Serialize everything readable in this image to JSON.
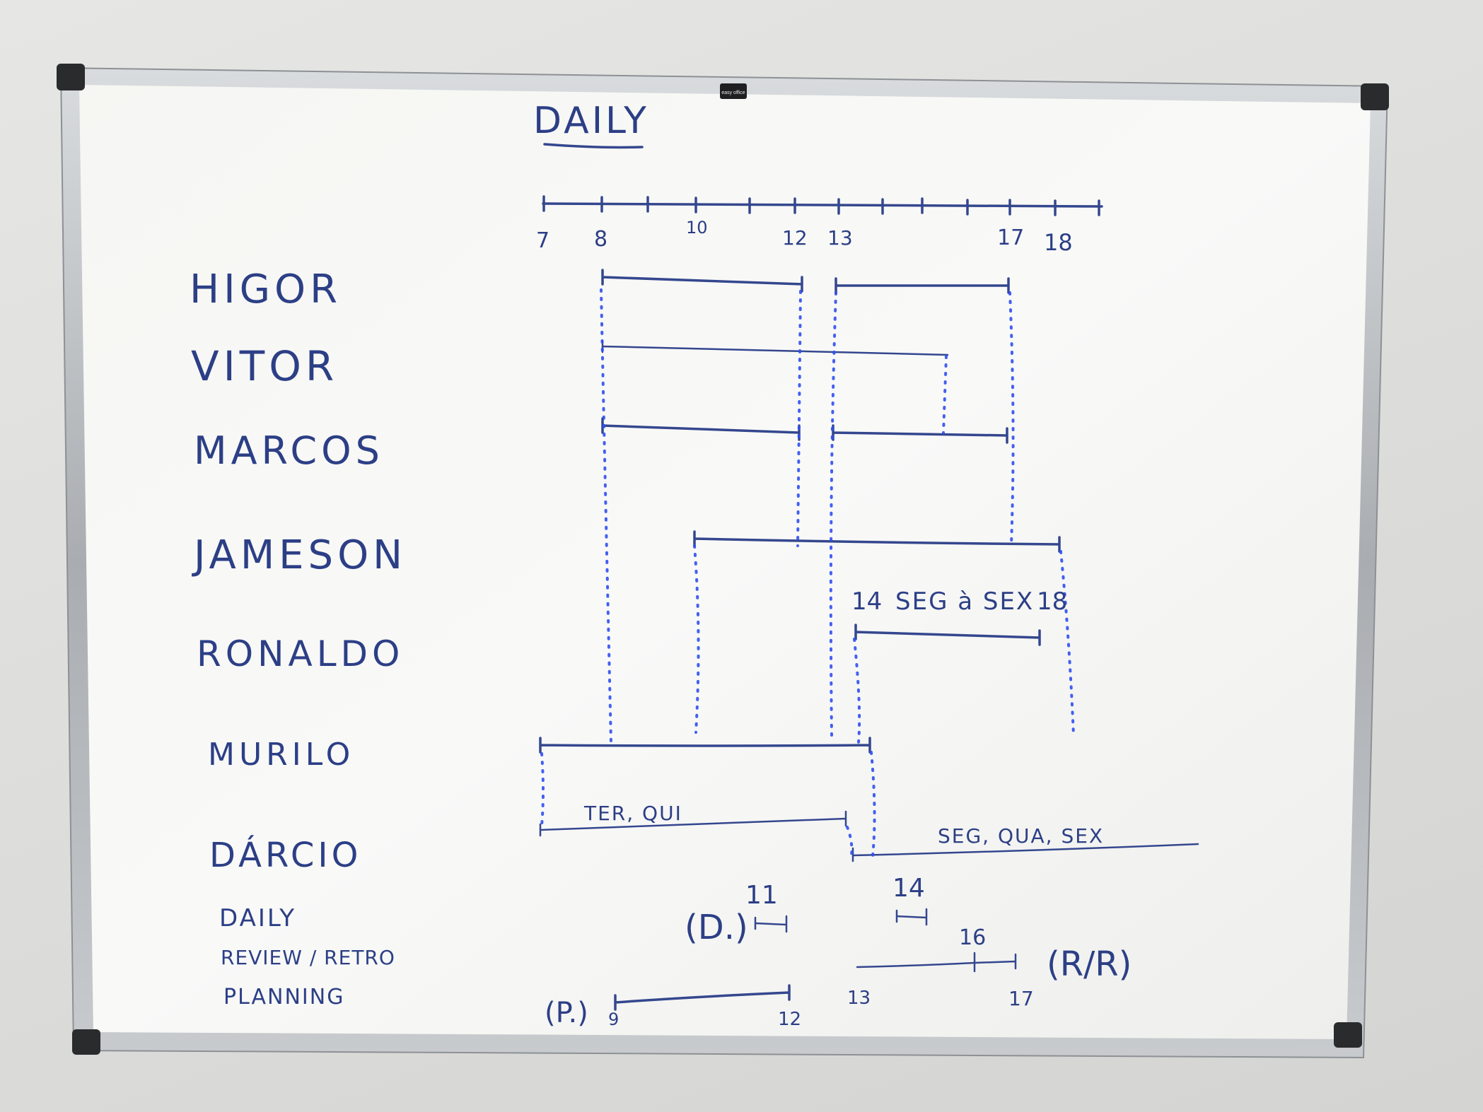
{
  "board": {
    "brand_label": "easy office",
    "title": "DAILY"
  },
  "axis": {
    "ticks": [
      "7",
      "8",
      "10",
      "12",
      "13",
      "17",
      "18"
    ]
  },
  "rows": [
    {
      "name": "HIGOR"
    },
    {
      "name": "VITOR"
    },
    {
      "name": "MARCOS"
    },
    {
      "name": "JAMESON"
    },
    {
      "name": "RONALDO",
      "note_start": "14",
      "note": "SEG à SEX",
      "note_end": "18"
    },
    {
      "name": "MURILO"
    },
    {
      "name": "DÁRCIO",
      "note_a": "TER, QUI",
      "note_b": "SEG, QUA, SEX"
    }
  ],
  "events": {
    "daily_label": "DAILY",
    "review_label": "REVIEW / RETRO",
    "planning_label": "PLANNING",
    "daily_marker": "(D.)",
    "daily_time_a": "11",
    "daily_time_b": "14",
    "review_marker": "(R/R)",
    "review_start": "13",
    "review_mid": "16",
    "review_end": "17",
    "planning_marker": "(P.)",
    "planning_start": "9",
    "planning_end": "12"
  },
  "colors": {
    "marker_ink": "#2c3f86",
    "dotted_ink": "#2f4ff0",
    "board_surface": "#f7f7f5",
    "frame": "#b9bcbf"
  }
}
